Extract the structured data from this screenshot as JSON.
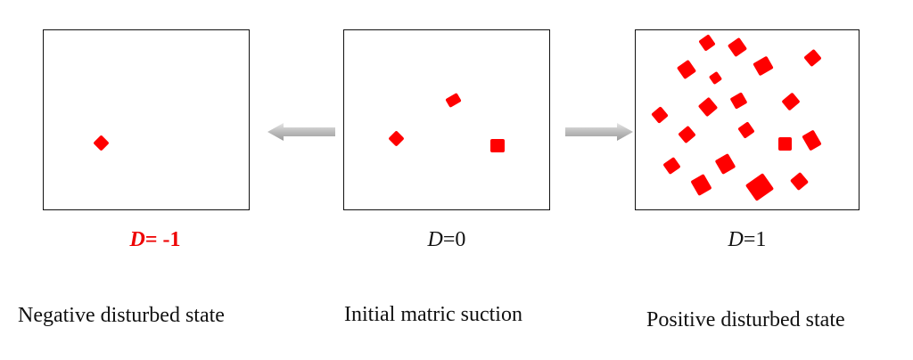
{
  "states": [
    {
      "id": "neg",
      "variable": "D",
      "value_text": "= -1",
      "caption": "Negative disturbed state"
    },
    {
      "id": "init",
      "variable": "D",
      "value_text": "=0",
      "caption": "Initial matric suction"
    },
    {
      "id": "pos",
      "variable": "D",
      "value_text": "=1",
      "caption": "Positive disturbed state"
    }
  ],
  "colors": {
    "speck": "#ff0000",
    "highlight_label": "#ee0000",
    "arrow": "#c8c8c8"
  },
  "arrows": [
    {
      "from": "init",
      "to": "neg",
      "direction": "left"
    },
    {
      "from": "init",
      "to": "pos",
      "direction": "right"
    }
  ]
}
